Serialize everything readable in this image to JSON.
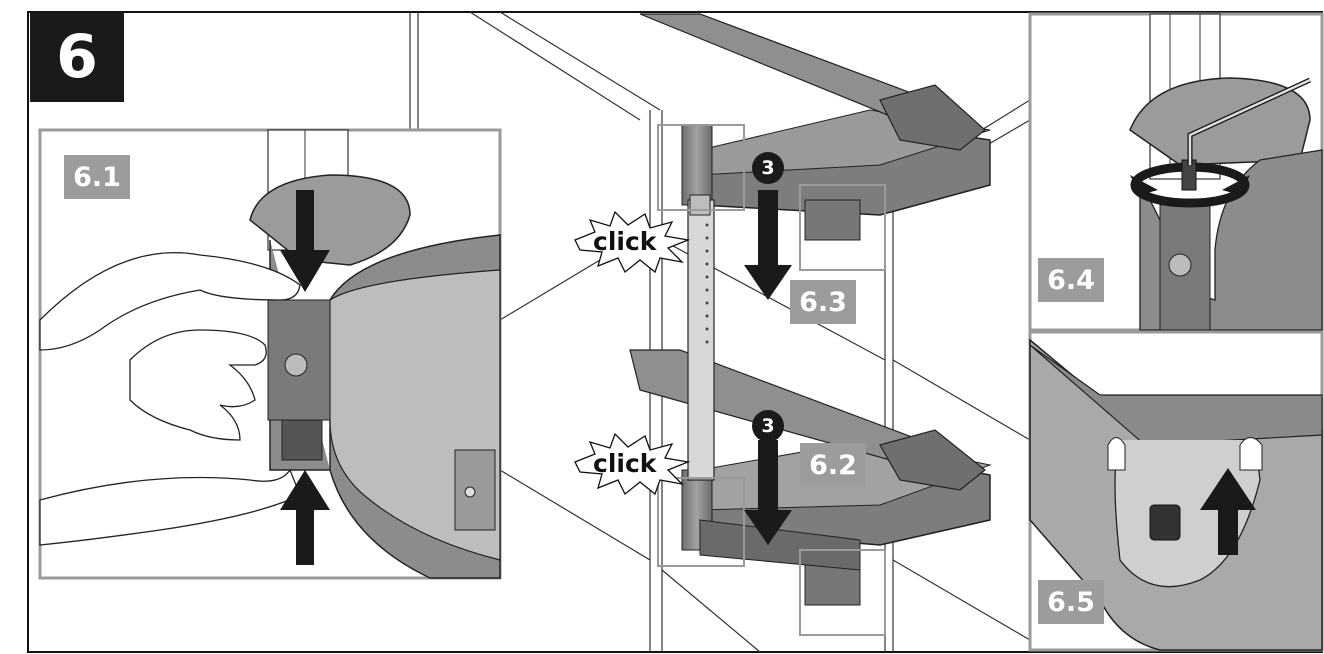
{
  "step": {
    "number": "6"
  },
  "panels": {
    "p61": {
      "label": "6.1"
    },
    "p62": {
      "label": "6.2"
    },
    "p63": {
      "label": "6.3"
    },
    "p64": {
      "label": "6.4"
    },
    "p65": {
      "label": "6.5"
    }
  },
  "callouts": {
    "upper_number": "3",
    "lower_number": "3",
    "upper_click": "click",
    "lower_click": "click"
  },
  "palette": {
    "metal": "#8a8a8a",
    "metal_dark": "#5a5a5a",
    "label_bg": "#9c9c9c",
    "badge_bg": "#1a1a1a"
  }
}
